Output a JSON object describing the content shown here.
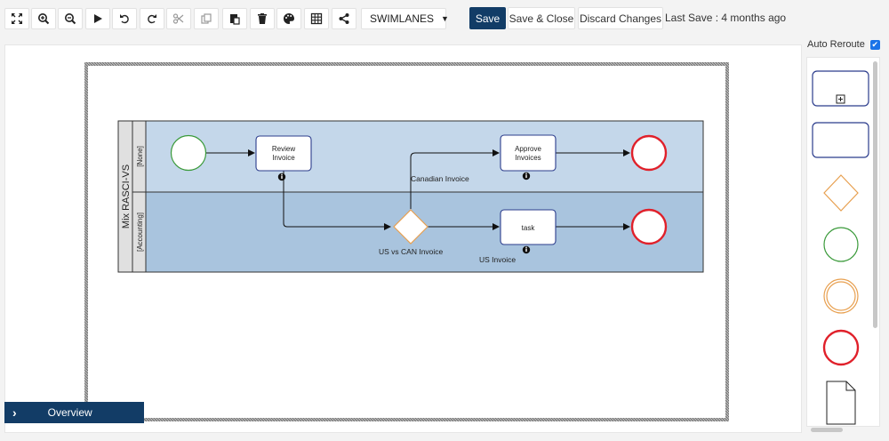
{
  "toolbar": {
    "swimlanes_label": "SWIMLANES",
    "save_label": "Save",
    "save_close_label": "Save & Close",
    "discard_label": "Discard Changes",
    "last_save": "Last Save : 4 months ago"
  },
  "auto_reroute": {
    "label": "Auto Reroute",
    "checked": true
  },
  "diagram": {
    "pool_label": "Mix RASCI-VS",
    "lanes": [
      "[None]",
      "[Accounting]"
    ],
    "tasks": {
      "review_line1": "Review",
      "review_line2": "Invoice",
      "approve_line1": "Approve",
      "approve_line2": "Invoices",
      "task": "task"
    },
    "labels": {
      "canadian": "Canadian Invoice",
      "us_vs_can": "US vs CAN Invoice",
      "us": "US Invoice"
    },
    "colors": {
      "lane_top": "#c4d7ea",
      "lane_bottom": "#a9c4de",
      "task_border": "#2b3c8c",
      "start_border": "#3a9a3a",
      "end_border": "#e0202a",
      "gateway_border": "#e8a050"
    }
  },
  "overview": {
    "label": "Overview"
  }
}
